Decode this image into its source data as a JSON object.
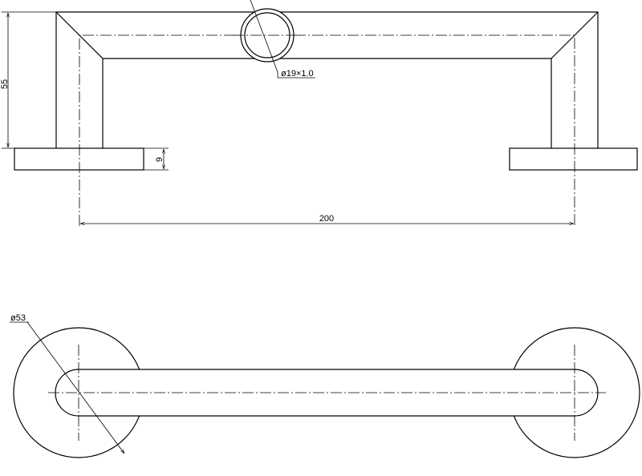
{
  "dimensions": {
    "height_label": "55",
    "base_thickness_label": "9",
    "centres_label": "200",
    "tube_label": "ø19×1.0",
    "rose_label": "ø53"
  }
}
